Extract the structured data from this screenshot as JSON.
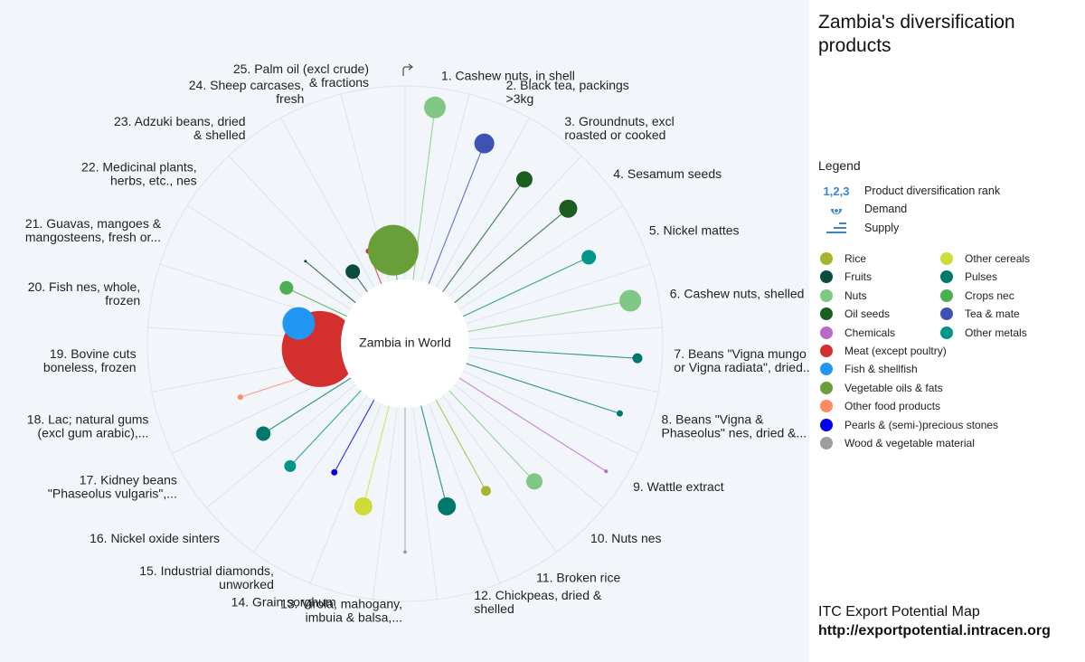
{
  "chart_data": {
    "type": "radial-lollipop",
    "center_label": "Zambia in World",
    "products": [
      {
        "rank": 1,
        "label": [
          "1. Cashew nuts, in shell"
        ],
        "category": "Nuts",
        "value": 0.95,
        "size": 12
      },
      {
        "rank": 2,
        "label": [
          "2. Black tea, packings",
          ">3kg"
        ],
        "category": "Tea & mate",
        "value": 0.82,
        "size": 11
      },
      {
        "rank": 3,
        "label": [
          "3. Groundnuts, excl",
          "roasted or cooked"
        ],
        "category": "Oil seeds",
        "value": 0.75,
        "size": 9
      },
      {
        "rank": 4,
        "label": [
          "4. Sesamum seeds"
        ],
        "category": "Oil seeds",
        "value": 0.8,
        "size": 10
      },
      {
        "rank": 5,
        "label": [
          "5. Nickel mattes"
        ],
        "category": "Other metals",
        "value": 0.75,
        "size": 8
      },
      {
        "rank": 6,
        "label": [
          "6. Cashew nuts, shelled"
        ],
        "category": "Nuts",
        "value": 0.9,
        "size": 12
      },
      {
        "rank": 7,
        "label": [
          "7. Beans \"Vigna mungo",
          "or Vigna radiata\", dried..."
        ],
        "category": "Pulses",
        "value": 0.92,
        "size": 5.5
      },
      {
        "rank": 8,
        "label": [
          "8. Beans \"Vigna &",
          "Phaseolus\" nes, dried &..."
        ],
        "category": "Pulses",
        "value": 0.88,
        "size": 3.5
      },
      {
        "rank": 9,
        "label": [
          "9. Wattle extract"
        ],
        "category": "Chemicals",
        "value": 0.95,
        "size": 2
      },
      {
        "rank": 10,
        "label": [
          "10. Nuts nes"
        ],
        "category": "Nuts",
        "value": 0.67,
        "size": 9
      },
      {
        "rank": 11,
        "label": [
          "11. Broken rice"
        ],
        "category": "Rice",
        "value": 0.55,
        "size": 5.5
      },
      {
        "rank": 12,
        "label": [
          "12. Chickpeas, dried &",
          "shelled"
        ],
        "category": "Pulses",
        "value": 0.55,
        "size": 10
      },
      {
        "rank": 13,
        "label": [
          "13. Virola, mahogany,",
          "imbuia & balsa,..."
        ],
        "category": "Wood & vegetable material",
        "value": 0.78,
        "size": 2
      },
      {
        "rank": 14,
        "label": [
          "14. Grain sorghum"
        ],
        "category": "Other cereals",
        "value": 0.55,
        "size": 10
      },
      {
        "rank": 15,
        "label": [
          "15. Industrial diamonds,",
          "unworked"
        ],
        "category": "Pearls & (semi-)precious stones",
        "value": 0.43,
        "size": 3.5
      },
      {
        "rank": 16,
        "label": [
          "16. Nickel oxide sinters"
        ],
        "category": "Other metals",
        "value": 0.55,
        "size": 6.5
      },
      {
        "rank": 17,
        "label": [
          "17. Kidney beans",
          "\"Phaseolus vulgaris\",..."
        ],
        "category": "Pulses",
        "value": 0.55,
        "size": 8
      },
      {
        "rank": 18,
        "label": [
          "18. Lac; natural gums",
          "(excl gum arabic),..."
        ],
        "category": "Other food products",
        "value": 0.58,
        "size": 3
      },
      {
        "rank": 19,
        "label": [
          "19. Bovine cuts",
          "boneless, frozen"
        ],
        "category": "Meat (except poultry)",
        "value": 0.08,
        "size": 42
      },
      {
        "rank": 20,
        "label": [
          "20. Fish nes, whole,",
          "frozen"
        ],
        "category": "Fish & shellfish",
        "value": 0.21,
        "size": 18
      },
      {
        "rank": 21,
        "label": [
          "21. Guavas, mangoes &",
          "mangosteens, fresh or..."
        ],
        "category": "Crops nec",
        "value": 0.34,
        "size": 7.5
      },
      {
        "rank": 22,
        "label": [
          "22. Medicinal plants,",
          "herbs, etc., nes"
        ],
        "category": "Fruits",
        "value": 0.33,
        "size": 1.5
      },
      {
        "rank": 23,
        "label": [
          "23. Adzuki beans, dried",
          "& shelled"
        ],
        "category": "Fruits",
        "value": 0.1,
        "size": 8
      },
      {
        "rank": 24,
        "label": [
          "24. Sheep carcases,",
          "fresh"
        ],
        "category": "Meat (except poultry)",
        "value": 0.16,
        "size": 3
      },
      {
        "rank": 25,
        "label": [
          "25. Palm oil (excl crude)",
          "& fractions"
        ],
        "category": "Vegetable oils & fats",
        "value": 0.13,
        "size": 28
      }
    ]
  },
  "sidebar": {
    "title": "Zambia's diversification products",
    "legend_title": "Legend",
    "keys": {
      "rank_glyph": "1,2,3",
      "rank": "Product diversification rank",
      "demand": "Demand",
      "supply": "Supply"
    },
    "legend": [
      {
        "label": "Rice",
        "color": "#a9b42e"
      },
      {
        "label": "Other cereals",
        "color": "#cddc39"
      },
      {
        "label": "Fruits",
        "color": "#0b4c3f"
      },
      {
        "label": "Pulses",
        "color": "#00796b"
      },
      {
        "label": "Nuts",
        "color": "#81c784"
      },
      {
        "label": "Crops nec",
        "color": "#4caf50"
      },
      {
        "label": "Oil seeds",
        "color": "#1b5e20"
      },
      {
        "label": "Tea & mate",
        "color": "#3f51b5"
      },
      {
        "label": "Chemicals",
        "color": "#ba68c8"
      },
      {
        "label": "Other metals",
        "color": "#009688"
      },
      {
        "label": "Meat (except poultry)",
        "color": "#d32f2f"
      },
      {
        "label": "Fish & shellfish",
        "color": "#2196f3"
      },
      {
        "label": "Vegetable oils & fats",
        "color": "#689f38"
      },
      {
        "label": "Other food products",
        "color": "#ff8a65"
      },
      {
        "label": "Pearls & (semi-)precious stones",
        "color": "#0000ee"
      },
      {
        "label": "Wood & vegetable material",
        "color": "#9e9e9e"
      }
    ],
    "brand": "ITC Export Potential Map",
    "url": "http://exportpotential.intracen.org"
  },
  "icons": {
    "rotate": "rotate-arrow-icon",
    "demand": "demand-icon",
    "supply": "supply-icon"
  }
}
